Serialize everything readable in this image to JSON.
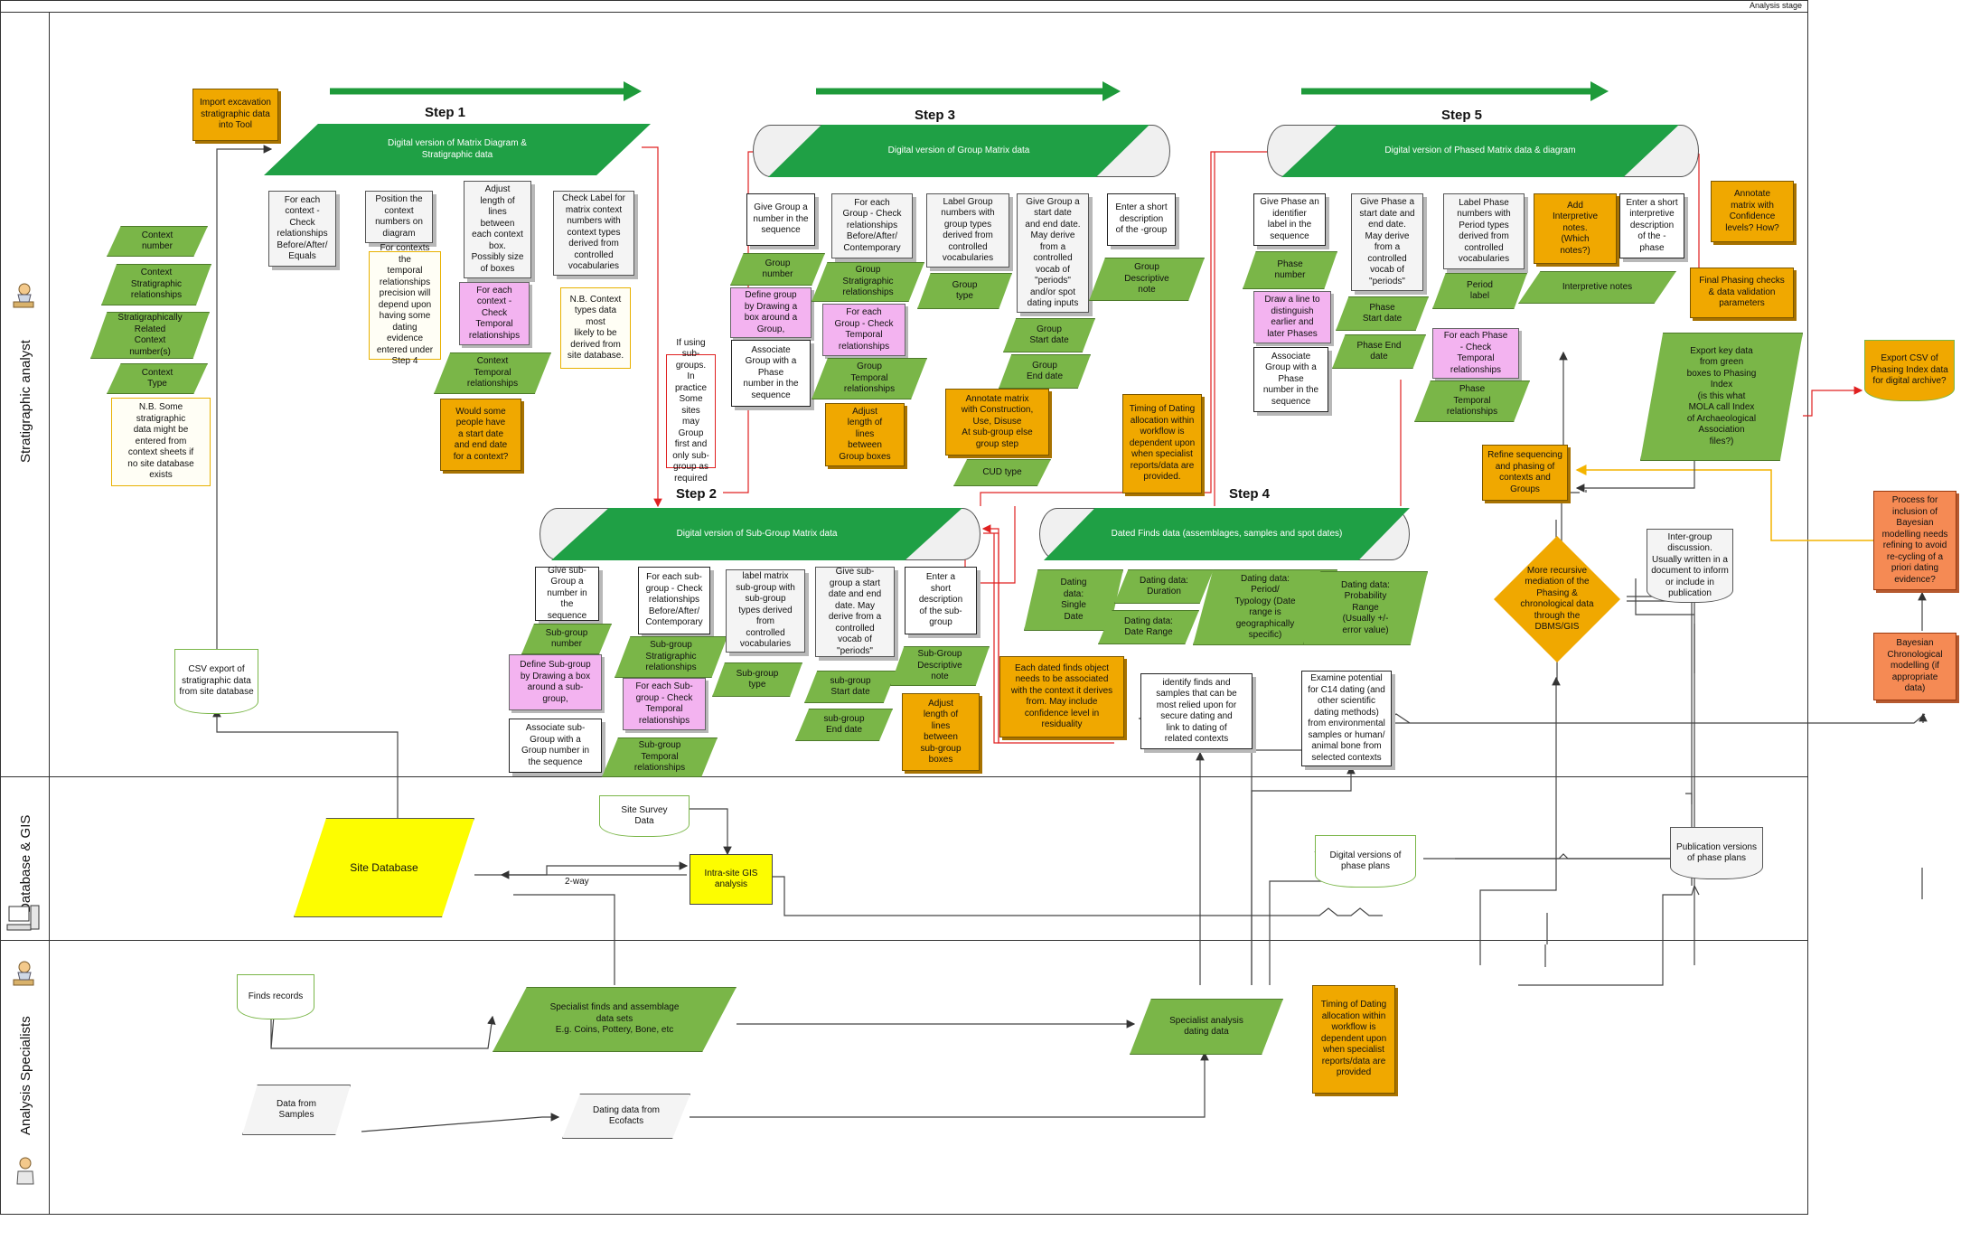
{
  "header": {
    "stage_label": "Analysis stage"
  },
  "lanes": {
    "stratigraphic": "Stratigraphic analyst",
    "database": "Database & GIS",
    "specialists": "Analysis Specialists"
  },
  "steps": {
    "step1": "Step 1",
    "step2": "Step 2",
    "step3": "Step 3",
    "step4": "Step 4",
    "step5": "Step 5"
  },
  "banners": {
    "step1": "Digital version of  Matrix Diagram &\nStratigraphic data",
    "step2": "Digital version of  Sub-Group Matrix data",
    "step3": "Digital version of  Group Matrix  data",
    "step4": "Dated Finds data (assemblages, samples and spot dates)",
    "step5": "Digital version of  Phased Matrix  data & diagram"
  },
  "left_inputs": {
    "import": "Import excavation\nstratigraphic data\ninto Tool",
    "context_number": "Context\nnumber",
    "context_strat": "Context\nStratigraphic\nrelationships",
    "strat_related": "Stratigraphically\nRelated\nContext\nnumber(s)",
    "context_type": "Context\nType",
    "nb_note": "N.B. Some\nstratigraphic\ndata might be\nentered from\ncontext sheets if\nno site database\nexists",
    "csv_export": "CSV export of\nstratigraphic data\nfrom site database"
  },
  "step1_nodes": {
    "check_rel": "For each\ncontext -\nCheck\nrelationships\nBefore/After/\nEquals",
    "position": "Position the\ncontext\nnumbers on\ndiagram",
    "adjust": "Adjust\nlength of\nlines\nbetween\neach context\nbox.\nPossibly size\nof boxes",
    "check_label": "Check Label for\nmatrix context\nnumbers with\ncontext types\nderived from\ncontrolled\nvocabularies",
    "precision_note": "For contexts the\ntemporal\nrelationships\nprecision will\ndepend upon\nhaving some\ndating evidence\nentered under\nStep 4",
    "temporal_check": "For each\ncontext -\nCheck\nTemporal\nrelationships",
    "context_temporal": "Context\nTemporal\nrelationships",
    "would_some": "Would some\npeople have\na start date\nand end date\nfor a context?",
    "nb_types": "N.B.  Context\ntypes data most\nlikely to be\nderived from\nsite database."
  },
  "step2_nodes": {
    "if_using": "If using\nsub-groups.\nIn practice\nSome sites\nmay Group\nfirst and\nonly sub-\ngroup as\nrequired",
    "give_sub": "Give sub-\nGroup a\nnumber in the\nsequence",
    "sub_number": "Sub-group\nnumber",
    "define_sub": "Define Sub-group\nby Drawing a box\naround a sub-\ngroup,",
    "associate_sub": "Associate sub-\nGroup with a\nGroup number in\nthe sequence",
    "check_sub": "For each sub-\ngroup - Check\nrelationships\nBefore/After/\nContemporary",
    "sub_strat": "Sub-group\nStratigraphic\nrelationships",
    "sub_temporal_check": "For each Sub-\ngroup - Check\nTemporal\nrelationships",
    "sub_temporal": "Sub-group\nTemporal\nrelationships",
    "label_sub": "label matrix\nsub-group with\nsub-group\ntypes derived\nfrom\ncontrolled\nvocabularies",
    "sub_type": "Sub-group\ntype",
    "give_sub_dates": "Give sub-\ngroup a start\ndate and end\ndate. May\nderive from a\ncontrolled\nvocab of\n\"periods\"",
    "sub_start": "sub-group\nStart date",
    "sub_end": "sub-group\nEnd date",
    "enter_sub_desc": "Enter a\nshort\ndescription\nof the sub-\ngroup",
    "sub_desc": "Sub-Group\nDescriptive\nnote",
    "adjust_sub": "Adjust\nlength of\nlines\nbetween\nsub-group\nboxes"
  },
  "step3_nodes": {
    "give_group": "Give Group a\nnumber in the\nsequence",
    "group_number": "Group\nnumber",
    "define_group": "Define group\nby Drawing a\nbox around a\nGroup,",
    "associate_group": "Associate\nGroup with a\nPhase\nnumber in the\nsequence",
    "check_group": "For each\nGroup - Check\nrelationships\nBefore/After/\nContemporary",
    "group_strat": "Group\nStratigraphic\nrelationships",
    "group_temporal_check": "For each\nGroup - Check\nTemporal\nrelationships",
    "group_temporal": "Group\nTemporal\nrelationships",
    "adjust_group": "Adjust\nlength of\nlines\nbetween\nGroup boxes",
    "label_group": "Label Group\nnumbers with\ngroup types\nderived from\ncontrolled\nvocabularies",
    "group_type": "Group\ntype",
    "give_group_dates": "Give Group  a\nstart date\nand end date.\nMay derive\nfrom a\ncontrolled\nvocab of\n\"periods\"\nand/or spot\ndating  inputs",
    "group_start": "Group\nStart date",
    "group_end": "Group\nEnd date",
    "enter_group_desc": "Enter a short\ndescription\nof the -group",
    "group_desc": "Group\nDescriptive\nnote",
    "annotate_cud": "Annotate matrix\nwith Construction,\nUse, Disuse\nAt sub-group else\ngroup step",
    "cud_type": "CUD type",
    "timing_note": "Timing of Dating\nallocation within\nworkflow is\ndependent upon\nwhen specialist\nreports/data are\nprovided."
  },
  "step4_nodes": {
    "single_date": "Dating\ndata:\nSingle\nDate",
    "duration": "Dating data:\nDuration",
    "date_range": "Dating data:\nDate Range",
    "period_typology": "Dating data:\nPeriod/\nTypology (Date\nrange is\ngeographically\nspecific)",
    "probability": "Dating data:\nProbability\nRange\n(Usually +/-\nerror value)",
    "each_dated": "Each dated finds object\nneeds to be associated\nwith the context it derives\nfrom. May include\nconfidence level in\nresiduality",
    "identify": "identify finds and\nsamples  that can be\nmost relied upon for\nsecure dating and\nlink to dating of\nrelated contexts",
    "examine_c14": "Examine potential\nfor C14 dating (and\nother scientific\ndating methods)\nfrom environmental\nsamples or human/\nanimal bone from\nselected contexts"
  },
  "step5_nodes": {
    "give_phase": "Give Phase an\nidentifier\nlabel in the\nsequence",
    "phase_number": "Phase\nnumber",
    "draw_line": "Draw a line to\ndistinguish\nearlier and\nlater Phases",
    "associate_phase": "Associate\nGroup with a\nPhase\nnumber in the\nsequence",
    "give_phase_dates": "Give Phase a\nstart date and\nend date.\nMay derive\nfrom a\ncontrolled\nvocab of\n\"periods\"",
    "phase_start": "Phase\nStart date",
    "phase_end": "Phase End\ndate",
    "label_phase": "Label Phase\nnumbers with\nPeriod types\nderived from\ncontrolled\nvocabularies",
    "period_label": "Period\nlabel",
    "phase_temporal_check": "For each Phase\n- Check\nTemporal\nrelationships",
    "phase_temporal": "Phase\nTemporal\nrelationships",
    "add_interp": "Add\nInterpretive\nnotes.\n(Which\nnotes?)",
    "enter_phase_desc": "Enter a short\ninterpretive\ndescription\nof the -\nphase",
    "interp_notes": "Interpretive notes",
    "annotate_conf": "Annotate\nmatrix with\nConfidence\nlevels? How?",
    "final_checks": "Final Phasing checks\n& data validation\nparameters",
    "export_key": "Export key data\nfrom green\nboxes to Phasing\nIndex\n(is this what\nMOLA call Index\nof Archaeological\nAssociation\nfiles?)",
    "export_csv": "Export CSV of\nPhasing Index data\nfor digital archive?",
    "refine": "Refine sequencing\nand phasing of\ncontexts and\nGroups",
    "recursive": "More recursive\nmediation of the\nPhasing  &\nchronological data\nthrough the\nDBMS/GIS",
    "inter_group": "Inter-group\ndiscussion.\nUsually written in a\ndocument to inform\nor include in\npublication",
    "process_bayes": "Process for\ninclusion of\nBayesian\nmodelling needs\nrefining to avoid\nre-cycling of a\npriori dating\nevidence?",
    "bayesian": "Bayesian\nChronological\nmodelling (if\nappropriate\ndata)"
  },
  "database": {
    "site_database": "Site Database",
    "site_survey": "Site Survey\nData",
    "intra_gis": "Intra-site GIS\nanalysis",
    "two_way": "2-way",
    "digital_phase": "Digital versions of\nphase plans",
    "publication_phase": "Publication versions\nof phase plans"
  },
  "specialists": {
    "finds_records": "Finds records",
    "specialist_finds": "Specialist finds and assemblage\ndata sets\nE.g. Coins, Pottery, Bone, etc",
    "specialist_analysis": "Specialist analysis\ndating data",
    "timing_note2": "Timing of Dating\nallocation within\nworkflow is\ndependent upon\nwhen specialist\nreports/data are\nprovided",
    "data_samples": "Data from\nSamples",
    "dating_ecofacts": "Dating data from\nEcofacts"
  },
  "colors": {
    "green": "#7ab648",
    "orange": "#f0a800",
    "pink": "#f3b3f0",
    "gis_yellow": "#fdfd00",
    "bayes_red": "#f58a54",
    "connector_red": "#e02020",
    "connector_yellow": "#f4b400",
    "arrow_green": "#1e9a3a"
  }
}
